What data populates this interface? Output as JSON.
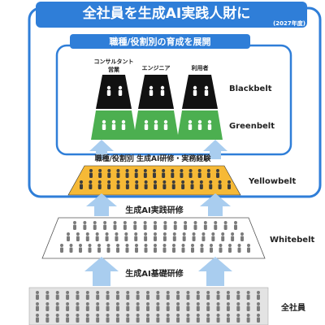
{
  "header": {
    "title": "全社員を生成AI実践人財に",
    "year": "(2027年度)"
  },
  "inner_banner": "職種/役割別の育成を展開",
  "roles": [
    "コンサルタント\n営業",
    "エンジニア",
    "利用者"
  ],
  "levels": {
    "blackbelt": "Blackbelt",
    "greenbelt": "Greenbelt",
    "yellowbelt": "Yellowbelt",
    "whitebelt": "Whitebelt",
    "all_employees": "全社員"
  },
  "stage_labels": {
    "role_training": "職種/役割別 生成AI研修・実務経験",
    "practice_training": "生成AI実践研修",
    "basic_training": "生成AI基礎研修"
  },
  "colors": {
    "frame_blue": "#2f7ed8",
    "arrow_blue": "#a9cdef",
    "green": "#4caf50",
    "yellow": "#f6b936",
    "black": "#111111",
    "gray_band": "#e3e3e3",
    "person_gray": "#7a7a7a"
  }
}
